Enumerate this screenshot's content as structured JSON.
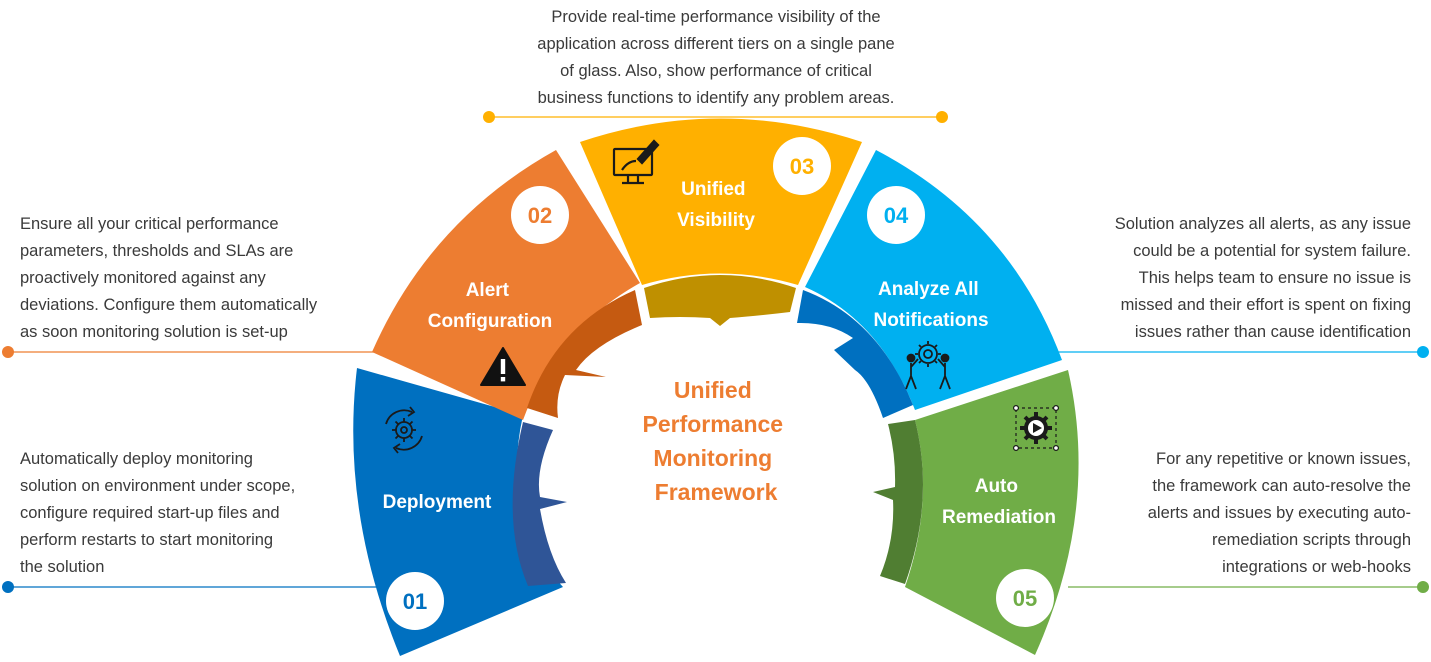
{
  "center_title": [
    "Unified",
    "Performance",
    "Monitoring",
    "Framework"
  ],
  "colors": {
    "deployment": "#0070c0",
    "alert": "#ed7d31",
    "visibility": "#ffb000",
    "analyze": "#00b0f0",
    "remediation": "#70ad47",
    "center_text": "#ed7d31",
    "description_text": "#3a3a3a"
  },
  "segments": [
    {
      "number": "01",
      "label": [
        "Deployment"
      ],
      "icon": "gear-cycle-icon",
      "description": [
        "Automatically deploy monitoring",
        "solution on environment under scope,",
        "configure required start-up files and",
        "perform restarts to start monitoring",
        "the solution"
      ]
    },
    {
      "number": "02",
      "label": [
        "Alert",
        "Configuration"
      ],
      "icon": "warning-icon",
      "description": [
        "Ensure all your critical performance",
        "parameters, thresholds and SLAs are",
        "proactively monitored against any",
        "deviations. Configure them automatically",
        "as soon monitoring solution is set-up"
      ]
    },
    {
      "number": "03",
      "label": [
        "Unified",
        "Visibility"
      ],
      "icon": "monitor-brush-icon",
      "description": [
        "Provide real-time performance visibility of the",
        "application across different tiers on a single pane",
        "of glass. Also, show performance of critical",
        "business functions to identify any problem areas."
      ]
    },
    {
      "number": "04",
      "label": [
        "Analyze All",
        "Notifications"
      ],
      "icon": "team-gear-icon",
      "description": [
        "Solution analyzes all alerts, as any issue",
        "could be a potential for system failure.",
        "This helps team to ensure no issue is",
        "missed and their effort is spent on fixing",
        "issues rather than cause identification"
      ]
    },
    {
      "number": "05",
      "label": [
        "Auto",
        "Remediation"
      ],
      "icon": "automation-play-icon",
      "description": [
        "For any repetitive or known issues,",
        "the framework can auto-resolve the",
        "alerts and issues by executing auto-",
        "remediation scripts through",
        "integrations or web-hooks"
      ]
    }
  ]
}
